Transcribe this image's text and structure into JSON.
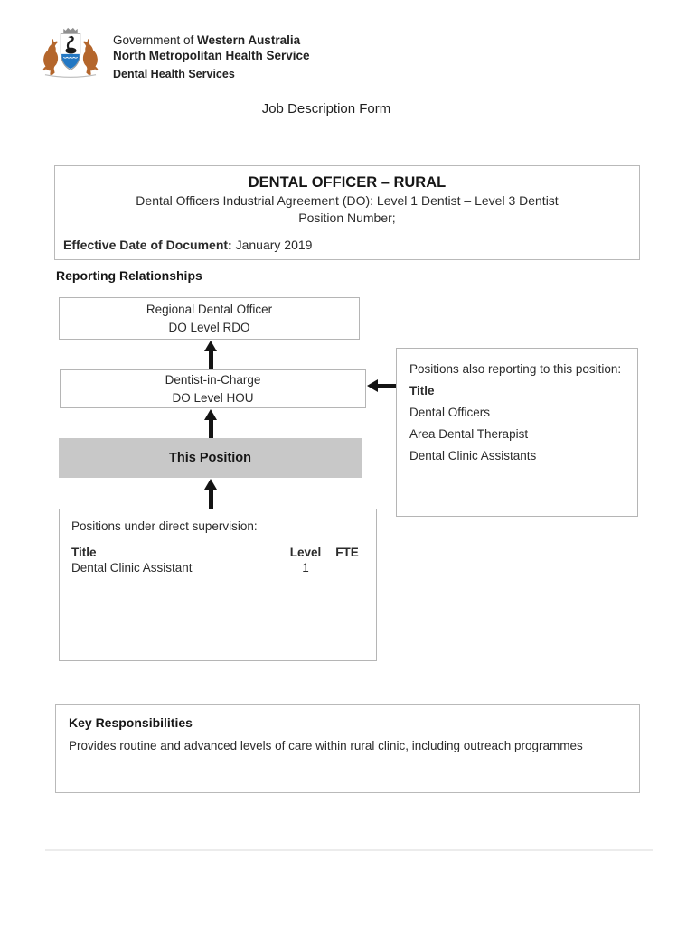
{
  "header": {
    "logo_icon": "wa-coat-of-arms-icon",
    "government_of": "Government of ",
    "state": "Western Australia",
    "service": "North Metropolitan Health Service",
    "division": "Dental Health Services"
  },
  "page": {
    "form_title": "Job Description Form"
  },
  "title_box": {
    "title": "DENTAL OFFICER – RURAL",
    "agreement": "Dental Officers Industrial Agreement (DO): Level 1 Dentist – Level 3 Dentist",
    "position_number": "Position Number;",
    "effective_date_label": "Effective Date of Document:",
    "effective_date_value": "January 2019"
  },
  "reporting": {
    "heading": "Reporting Relationships",
    "regional_box": {
      "line1": "Regional Dental Officer",
      "line2": "DO Level RDO"
    },
    "dic_box": {
      "line1": "Dentist-in-Charge",
      "line2": "DO Level HOU"
    },
    "this_position": "This Position",
    "also_reporting": {
      "heading": "Positions also reporting to this position:",
      "title_label": "Title",
      "items": [
        "Dental Officers",
        "Area Dental Therapist",
        "Dental Clinic Assistants"
      ]
    },
    "supervision": {
      "heading": "Positions under direct supervision:",
      "columns": [
        "Title",
        "Level",
        "FTE"
      ],
      "rows": [
        {
          "title": "Dental Clinic Assistant",
          "level": "1",
          "fte": ""
        }
      ]
    }
  },
  "key_responsibilities": {
    "heading": "Key Responsibilities",
    "body": "Provides routine and advanced levels of care within rural clinic, including outreach programmes"
  },
  "colors": {
    "text": "#262626",
    "box_border": "#b5b5b5",
    "this_position_bg": "#c8c8c8",
    "arrow": "#141414",
    "kangaroo": "#b4662c",
    "water_blue": "#2277c3",
    "crown_gray": "#8f8f8f",
    "rule_gray": "#ececec"
  }
}
